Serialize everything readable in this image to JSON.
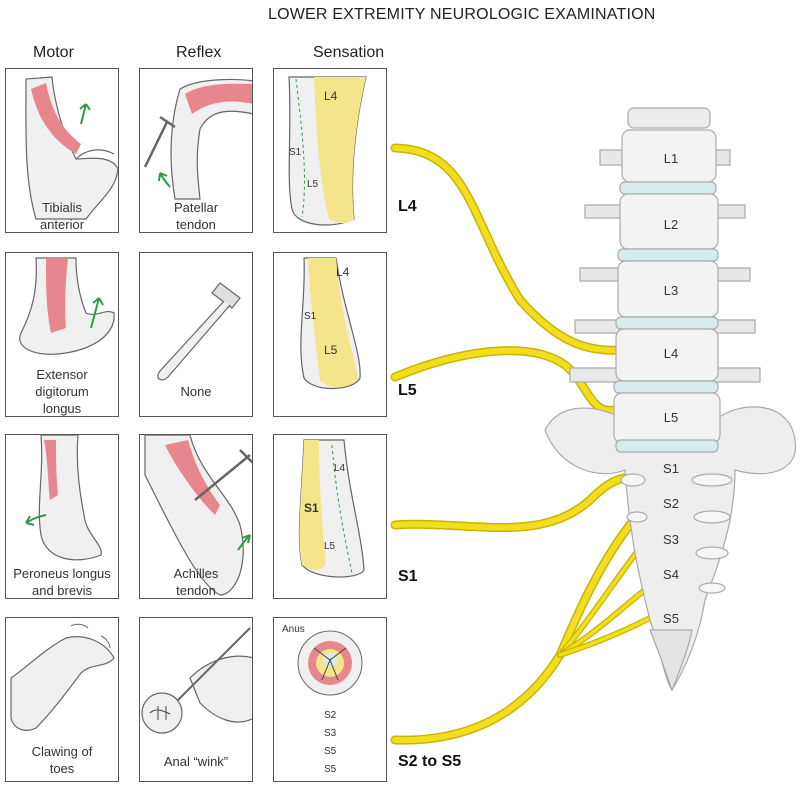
{
  "title": "LOWER EXTREMITY NEUROLOGIC EXAMINATION",
  "columns": {
    "motor": "Motor",
    "reflex": "Reflex",
    "sensation": "Sensation"
  },
  "rows": [
    {
      "root": "L4",
      "motor": [
        "Tibialis",
        "anterior"
      ],
      "reflex": [
        "Patellar",
        "tendon"
      ],
      "derm_labels": [
        "L4",
        "S1",
        "L5"
      ]
    },
    {
      "root": "L5",
      "motor": [
        "Extensor",
        "digitorum",
        "longus"
      ],
      "reflex": [
        "None"
      ],
      "derm_labels": [
        "L4",
        "S1",
        "L5"
      ]
    },
    {
      "root": "S1",
      "motor": [
        "Peroneus longus",
        "and brevis"
      ],
      "reflex": [
        "Achilles",
        "tendon"
      ],
      "derm_labels": [
        "L4",
        "S1",
        "L5"
      ]
    },
    {
      "root": "S2 to S5",
      "motor": [
        "Clawing of",
        "toes"
      ],
      "reflex": [
        "Anal “wink”"
      ],
      "derm_labels": [
        "Anus",
        "S2",
        "S3",
        "S5",
        "S5"
      ]
    }
  ],
  "vertebrae": [
    "L1",
    "L2",
    "L3",
    "L4",
    "L5"
  ],
  "sacral": [
    "S1",
    "S2",
    "S3",
    "S4",
    "S5"
  ],
  "colors": {
    "nerve": "#f2de1e",
    "nerve_edge": "#c9b400",
    "muscle": "#e8868e",
    "dermatome": "#f4e58a",
    "bone": "#eeeeee",
    "disc": "#d7ecee"
  }
}
